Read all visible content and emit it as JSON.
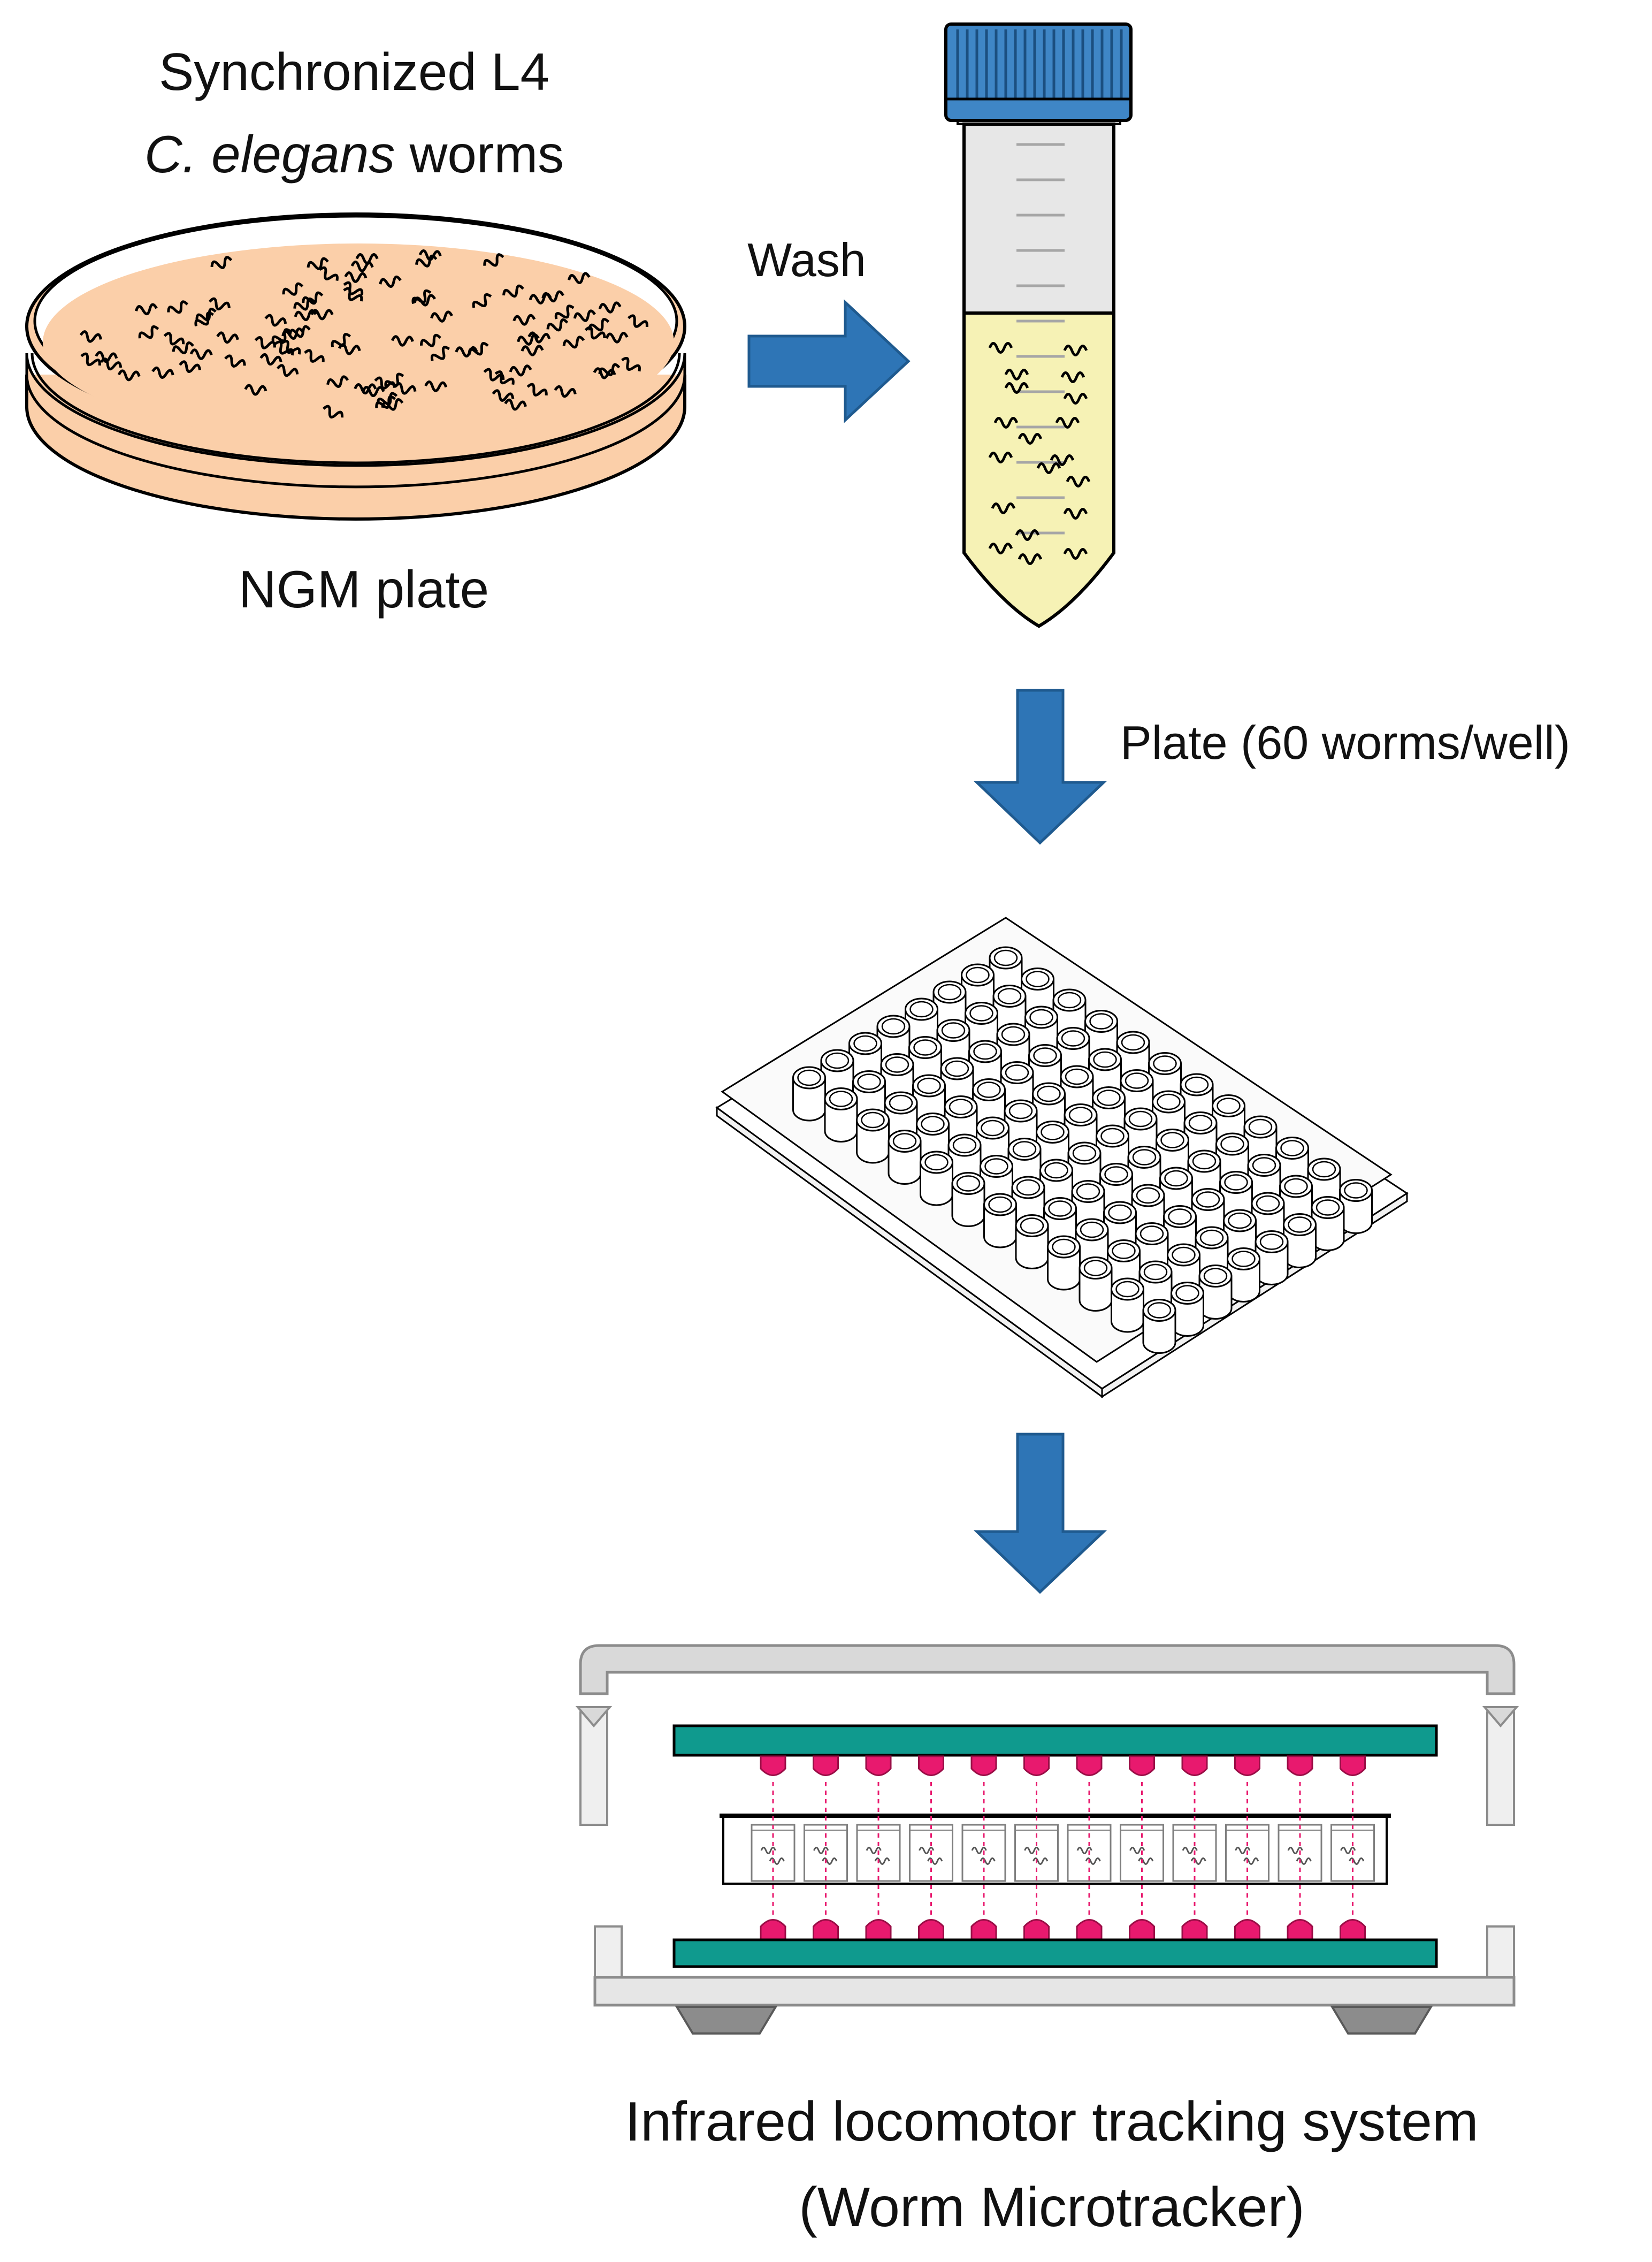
{
  "labels": {
    "worms_line1": "Synchronized  L4",
    "worms_line2_italic": "C. elegans",
    "worms_line2_rest": " worms",
    "ngm_plate": "NGM plate",
    "wash": "Wash",
    "plate_step": "Plate (60 worms/well)",
    "tracker_line1": "Infrared locomotor tracking system",
    "tracker_line2": "(Worm Microtracker)"
  },
  "worm_glyph": "~",
  "colors": {
    "arrow_fill": "#2e75b6",
    "arrow_stroke": "#1f5a8f",
    "agar": "#fbcfa9",
    "tube_liquid": "#f6f2b5",
    "tube_cap": "#3f86c6",
    "tube_body": "#e7e7e7",
    "tracker_bar": "#0f9a8e",
    "ir_emitter": "#e8196e",
    "frame_grey": "#d9d9d9",
    "foot_grey": "#8c8c8c"
  }
}
